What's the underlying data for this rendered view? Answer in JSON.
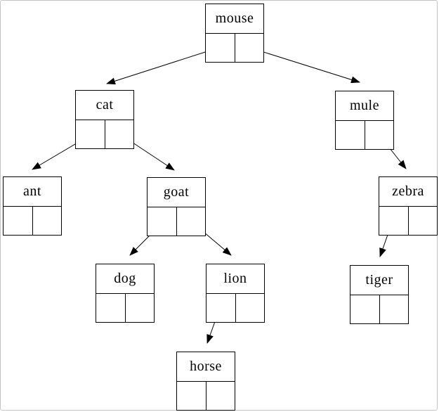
{
  "diagram": {
    "type": "binary-search-tree",
    "description": "Linked binary tree of animal names; each node box has a label field and two pointer cells",
    "colors": {
      "background": "#ffffff",
      "line": "#000000",
      "page_border": "#c4c4c4"
    },
    "nodes": [
      {
        "id": "mouse",
        "label": "mouse",
        "left_child": "cat",
        "right_child": "mule"
      },
      {
        "id": "cat",
        "label": "cat",
        "left_child": "ant",
        "right_child": "goat"
      },
      {
        "id": "mule",
        "label": "mule",
        "left_child": null,
        "right_child": "zebra"
      },
      {
        "id": "ant",
        "label": "ant",
        "left_child": null,
        "right_child": null
      },
      {
        "id": "goat",
        "label": "goat",
        "left_child": "dog",
        "right_child": "lion"
      },
      {
        "id": "zebra",
        "label": "zebra",
        "left_child": "tiger",
        "right_child": null
      },
      {
        "id": "dog",
        "label": "dog",
        "left_child": null,
        "right_child": null
      },
      {
        "id": "lion",
        "label": "lion",
        "left_child": "horse",
        "right_child": null
      },
      {
        "id": "tiger",
        "label": "tiger",
        "left_child": null,
        "right_child": null
      },
      {
        "id": "horse",
        "label": "horse",
        "left_child": null,
        "right_child": null
      }
    ],
    "edges": [
      {
        "from": "mouse",
        "slot": "left",
        "to": "cat"
      },
      {
        "from": "mouse",
        "slot": "right",
        "to": "mule"
      },
      {
        "from": "cat",
        "slot": "left",
        "to": "ant"
      },
      {
        "from": "cat",
        "slot": "right",
        "to": "goat"
      },
      {
        "from": "mule",
        "slot": "right",
        "to": "zebra"
      },
      {
        "from": "goat",
        "slot": "left",
        "to": "dog"
      },
      {
        "from": "goat",
        "slot": "right",
        "to": "lion"
      },
      {
        "from": "zebra",
        "slot": "left",
        "to": "tiger"
      },
      {
        "from": "lion",
        "slot": "left",
        "to": "horse"
      }
    ]
  }
}
